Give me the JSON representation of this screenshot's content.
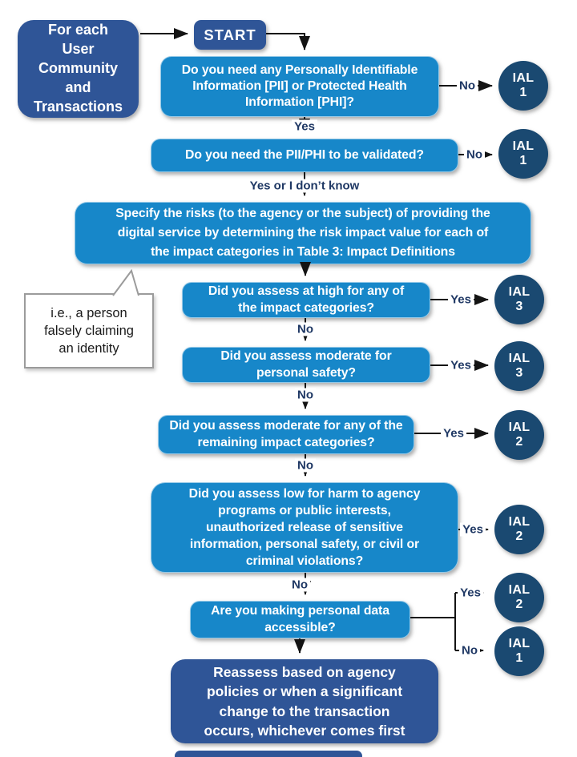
{
  "nodes": {
    "for_each": {
      "text": "For each\nUser\nCommunity\nand\nTransactions"
    },
    "start": {
      "text": "START"
    },
    "q_pii": {
      "text": "Do you need any Personally Identifiable\nInformation [PII] or Protected Health\nInformation [PHI]?"
    },
    "q_validated": {
      "text": "Do you need the PII/PHI to be validated?"
    },
    "q_specify": {
      "text": "Specify the risks (to the agency or the subject) of providing the\ndigital service by determining the risk impact value for each of\nthe impact categories in Table 3: Impact Definitions"
    },
    "note": {
      "text": "i.e., a person\nfalsely claiming\nan identity"
    },
    "q_high": {
      "text": "Did you assess at high for any of\nthe impact categories?"
    },
    "q_mod_safety": {
      "text": "Did you assess moderate for\npersonal safety?"
    },
    "q_mod_remaining": {
      "text": "Did you assess moderate for any of the\nremaining impact categories?"
    },
    "q_low": {
      "text": "Did you assess low for harm to agency\nprograms or public interests,\nunauthorized release of sensitive\ninformation, personal safety, or civil or\ncriminal violations?"
    },
    "q_personal_data": {
      "text": "Are you making personal data\naccessible?"
    },
    "reassess": {
      "text": "Reassess based on agency\npolicies or when a significant\nchange to the transaction\noccurs, whichever comes first"
    }
  },
  "outcomes": [
    {
      "text": "IAL\n1"
    },
    {
      "text": "IAL\n1"
    },
    {
      "text": "IAL\n3"
    },
    {
      "text": "IAL\n3"
    },
    {
      "text": "IAL\n2"
    },
    {
      "text": "IAL\n2"
    },
    {
      "text": "IAL\n2"
    },
    {
      "text": "IAL\n1"
    }
  ],
  "labels": {
    "yes": "Yes",
    "no": "No",
    "yes_or_idk": "Yes or I don’t know"
  },
  "colors": {
    "question_box": "#1787C9",
    "dark_box": "#2F5597",
    "outcome_circle": "#1A4971",
    "connector_label": "#1F3864"
  }
}
